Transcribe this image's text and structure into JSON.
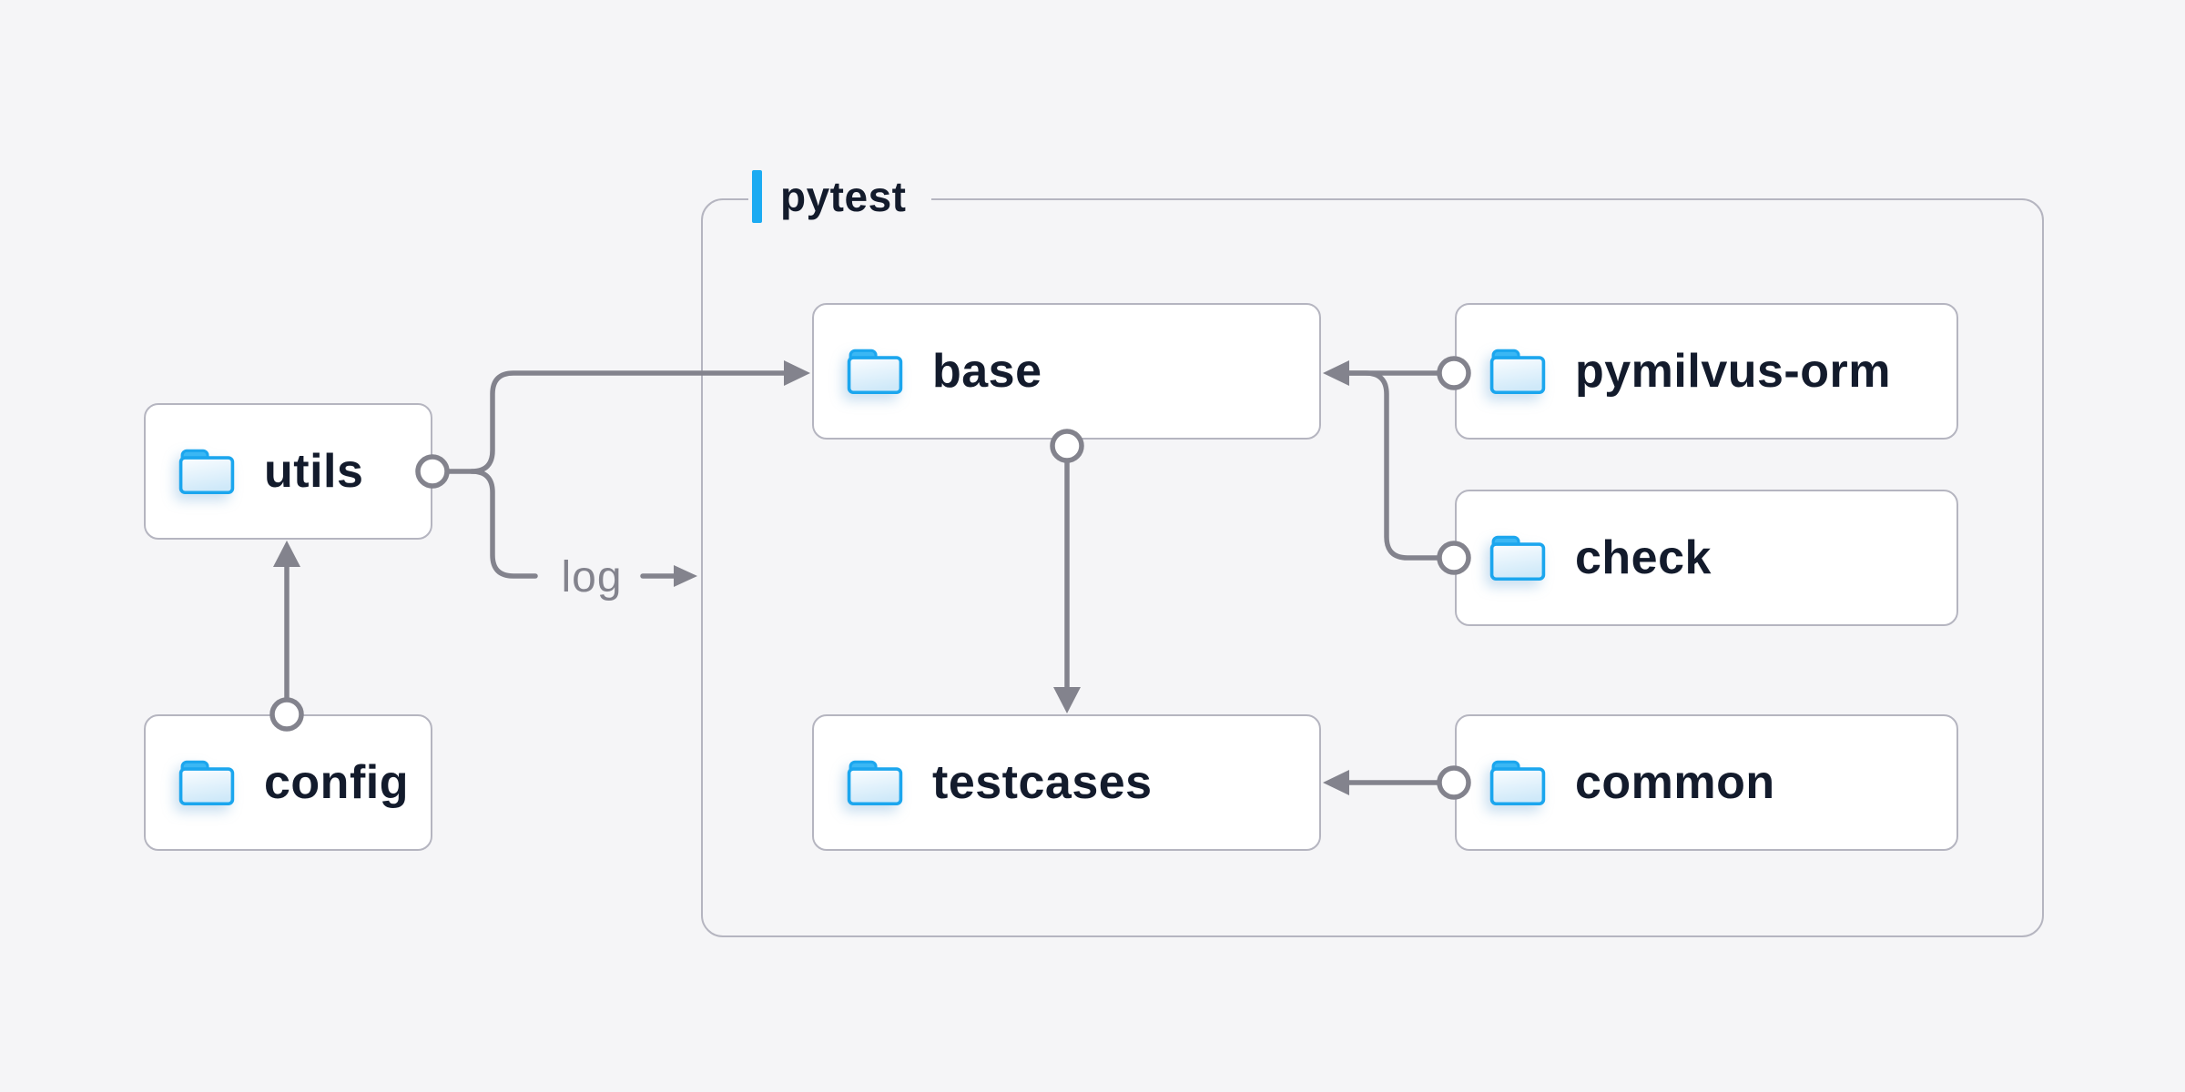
{
  "diagram_title": "pytest",
  "labels": {
    "container": "pytest",
    "log": "log"
  },
  "nodes": [
    {
      "id": "utils",
      "label": "utils",
      "inside_pytest": false
    },
    {
      "id": "config",
      "label": "config",
      "inside_pytest": false
    },
    {
      "id": "base",
      "label": "base",
      "inside_pytest": true
    },
    {
      "id": "testcases",
      "label": "testcases",
      "inside_pytest": true
    },
    {
      "id": "pymilvus-orm",
      "label": "pymilvus-orm",
      "inside_pytest": false
    },
    {
      "id": "check",
      "label": "check",
      "inside_pytest": false
    },
    {
      "id": "common",
      "label": "common",
      "inside_pytest": false
    }
  ],
  "edges": [
    {
      "from": "config",
      "to": "utils",
      "label": ""
    },
    {
      "from": "utils",
      "to": "base",
      "label": ""
    },
    {
      "from": "utils",
      "to": "pytest",
      "label": "log"
    },
    {
      "from": "pymilvus-orm",
      "to": "base",
      "label": ""
    },
    {
      "from": "check",
      "to": "base",
      "label": ""
    },
    {
      "from": "base",
      "to": "testcases",
      "label": ""
    },
    {
      "from": "common",
      "to": "testcases",
      "label": ""
    }
  ],
  "colors": {
    "background": "#f5f5f7",
    "node_background": "#ffffff",
    "node_border": "#b5b5c0",
    "container_border": "#b5b5c0",
    "edge_gray": "#83838d",
    "text_navy": "#131b2c",
    "accent_blue": "#1cabf2",
    "folder_stroke": "#1ba6ee",
    "folder_tab": "#3bb7f4",
    "folder_fill_top": "#fbfdff",
    "folder_fill_bottom": "#cfe9f9"
  }
}
